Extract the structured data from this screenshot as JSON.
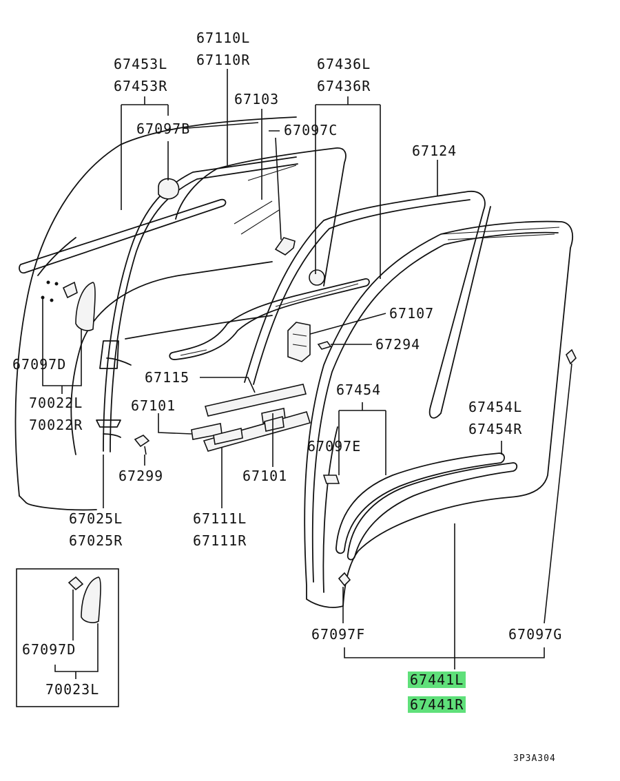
{
  "labels": {
    "l67453L": "67453L",
    "l67453R": "67453R",
    "l67110L": "67110L",
    "l67110R": "67110R",
    "l67103": "67103",
    "l67436L": "67436L",
    "l67436R": "67436R",
    "l67097B": "67097B",
    "l67097C": "67097C",
    "l67124": "67124",
    "l67107": "67107",
    "l67294": "67294",
    "l67097D_top": "67097D",
    "l70022L": "70022L",
    "l70022R": "70022R",
    "l67115": "67115",
    "l67101_a": "67101",
    "l67454": "67454",
    "l67454L": "67454L",
    "l67454R": "67454R",
    "l67097E": "67097E",
    "l67299": "67299",
    "l67101_b": "67101",
    "l67025L": "67025L",
    "l67025R": "67025R",
    "l67111L": "67111L",
    "l67111R": "67111R",
    "l67097D_box": "67097D",
    "l70023L": "70023L",
    "l67097F": "67097F",
    "l67097G": "67097G",
    "l67441L": "67441L",
    "l67441R": "67441R"
  },
  "highlight_color": "#5fe07a",
  "reference_code": "3P3A304"
}
